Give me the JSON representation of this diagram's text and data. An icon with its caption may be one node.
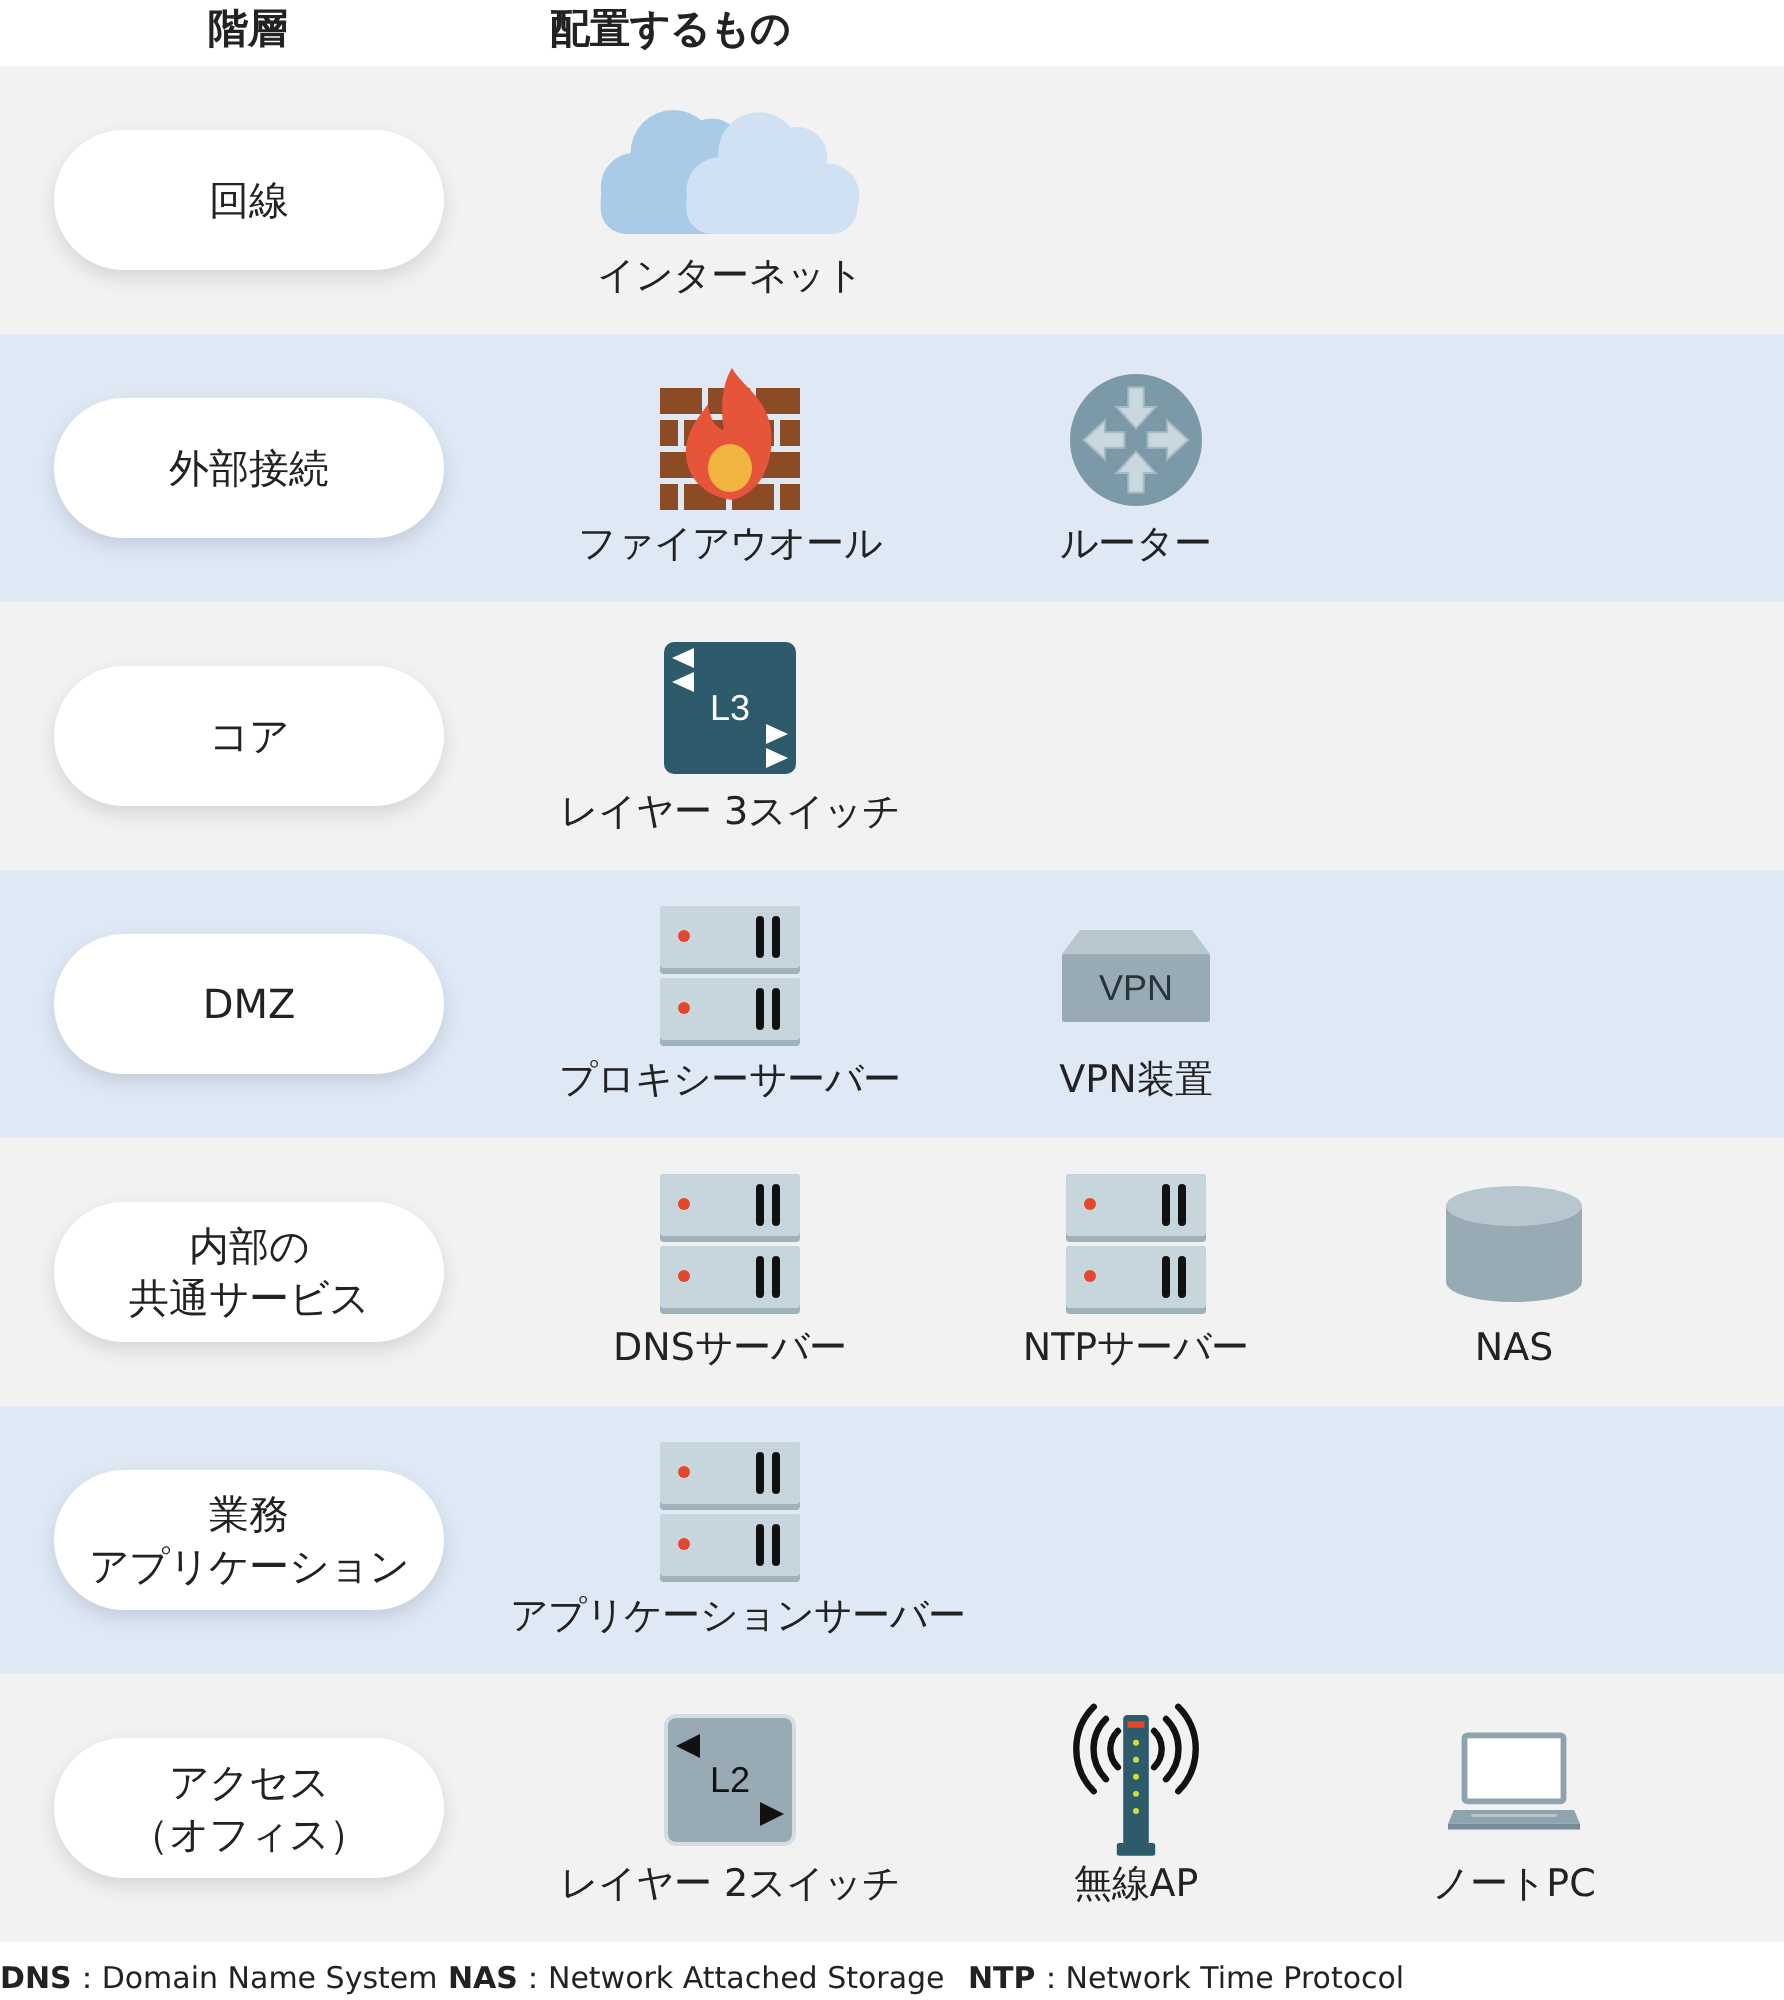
{
  "diagram": {
    "nodes": [
      {
        "text": [],
        "shape": "band"
      },
      {
        "text": [
          "回線"
        ],
        "in": 0
      },
      {
        "text": [
          "インターネット"
        ],
        "in": 0
      },
      {
        "text": [],
        "shape": "band"
      },
      {
        "text": [
          "外部接続"
        ],
        "in": 3
      },
      {
        "text": [
          "ファイアウオール"
        ],
        "in": 3
      },
      {
        "text": [
          "ルーター"
        ],
        "in": 3
      },
      {
        "text": [],
        "shape": "band"
      },
      {
        "text": [
          "コア"
        ],
        "in": 7
      },
      {
        "text": [
          "L3",
          "レイヤー 3スイッチ"
        ],
        "in": 7
      },
      {
        "text": [],
        "shape": "band"
      },
      {
        "text": [
          "DMZ"
        ],
        "in": 10
      },
      {
        "text": [
          "プロキシーサーバー"
        ],
        "in": 10
      },
      {
        "text": [
          "VPN",
          "VPN装置"
        ],
        "in": 10
      },
      {
        "text": [],
        "shape": "band"
      },
      {
        "text": [
          "内部の共通サービス"
        ],
        "in": 14
      },
      {
        "text": [
          "DNSサーバー"
        ],
        "in": 14
      },
      {
        "text": [
          "NTPサーバー"
        ],
        "in": 14
      },
      {
        "text": [
          "NAS"
        ],
        "in": 14
      },
      {
        "text": [],
        "shape": "band"
      },
      {
        "text": [
          "業務アプリケーション"
        ],
        "in": 19
      },
      {
        "text": [
          "アプリケーションサーバー"
        ],
        "in": 19
      },
      {
        "text": [],
        "shape": "band"
      },
      {
        "text": [
          "アクセス（オフィス）"
        ],
        "in": 22
      },
      {
        "text": [
          "L2",
          "レイヤー 2スイッチ"
        ],
        "in": 22
      },
      {
        "text": [
          "無線AP"
        ],
        "in": 22
      },
      {
        "text": [
          "ノートPC"
        ],
        "in": 22
      }
    ],
    "labels": [
      "階層",
      "配置するもの",
      "**DNS**：Domain Name System",
      "**NAS**：Network Attached Storage",
      "**NTP**：Network Time Protocol"
    ]
  }
}
